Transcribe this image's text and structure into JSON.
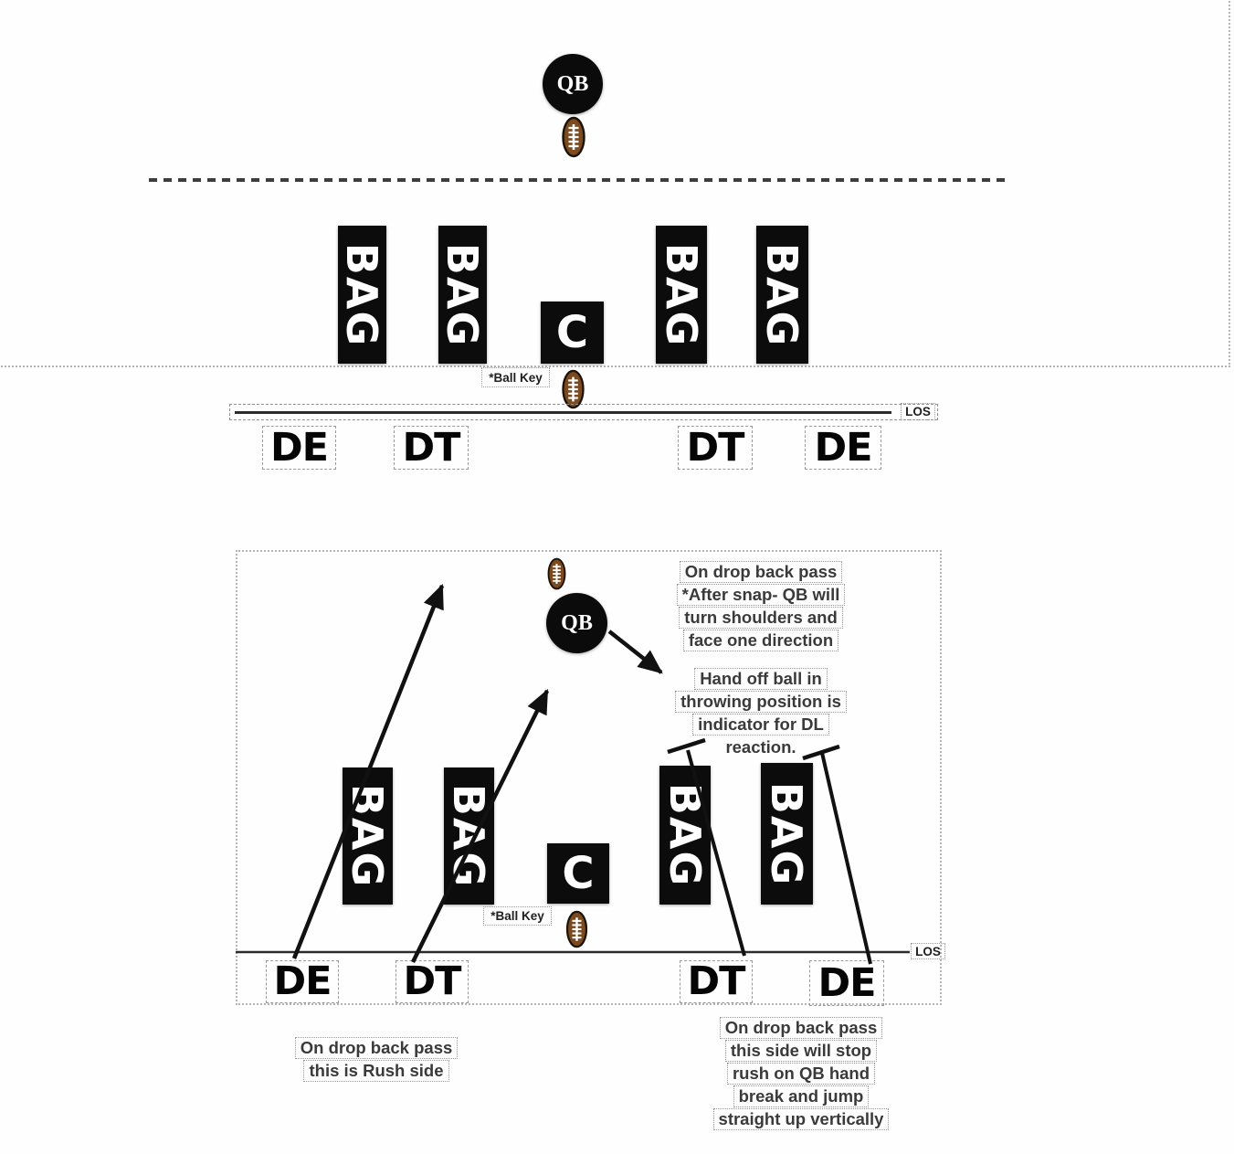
{
  "colors": {
    "marker_fill": "#0b0b0b",
    "marker_text": "#ffffff",
    "football_brown": "#7b4a1e",
    "line_dark": "#2c2c2c",
    "note_text": "#3a3a3a",
    "dotted_border": "#9a9a9a"
  },
  "labels": {
    "qb": "QB",
    "bag": "BAG",
    "center": "C",
    "ball_key": "*Ball Key",
    "los": "LOS"
  },
  "diagram_top": {
    "dl_labels": [
      "DE",
      "DT",
      "DT",
      "DE"
    ]
  },
  "diagram_bottom": {
    "dl_labels": [
      "DE",
      "DT",
      "DT",
      "DE"
    ],
    "notes": {
      "qb_turn": {
        "lines": [
          "On drop back pass",
          "*After snap- QB will",
          "turn shoulders and",
          "face one direction"
        ]
      },
      "handoff": {
        "lines": [
          "Hand off ball in",
          "throwing position is",
          "indicator for DL",
          "reaction."
        ]
      },
      "rush_side": {
        "lines": [
          "On drop back pass",
          "this is Rush side"
        ]
      },
      "stop_rush": {
        "lines": [
          "On drop back pass",
          "this side will stop",
          "rush on QB hand",
          "break and jump",
          "straight up vertically"
        ]
      }
    }
  }
}
